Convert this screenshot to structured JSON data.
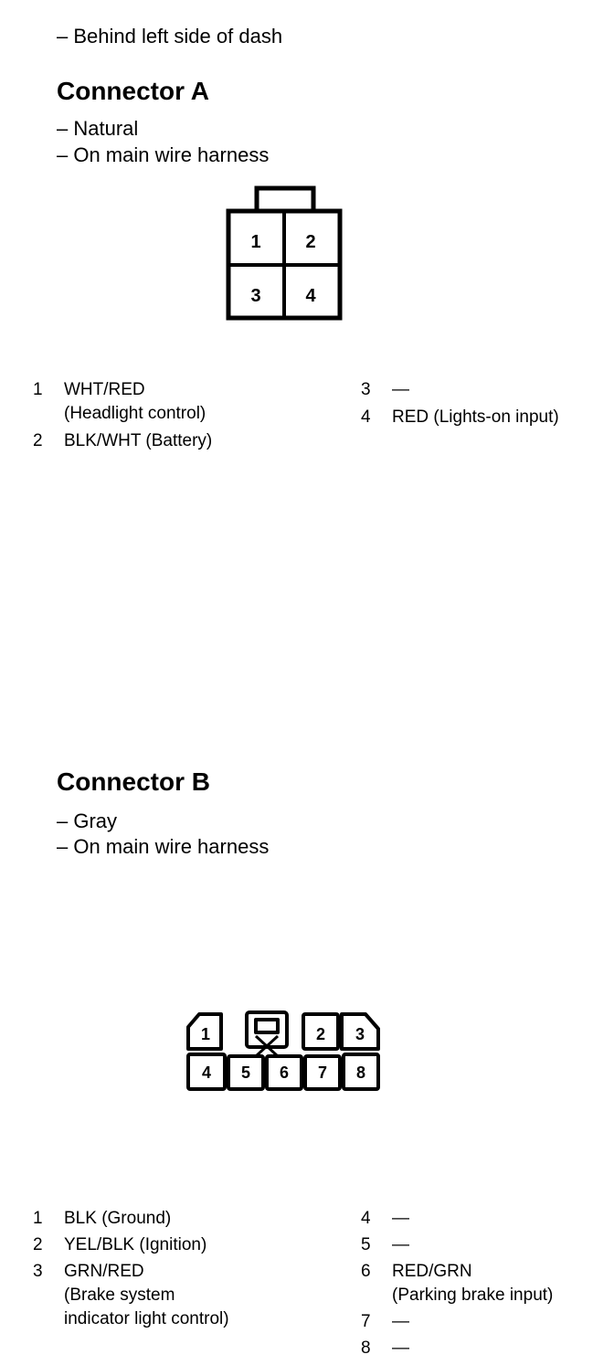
{
  "location": "– Behind left side of dash",
  "connector_a": {
    "title": "Connector A",
    "lines": [
      "– Natural",
      "– On main wire harness"
    ],
    "cells": [
      "1",
      "2",
      "3",
      "4"
    ],
    "pins_left": [
      {
        "num": "1",
        "lines": [
          "WHT/RED",
          "(Headlight control)"
        ]
      },
      {
        "num": "2",
        "lines": [
          "BLK/WHT (Battery)"
        ]
      }
    ],
    "pins_right": [
      {
        "num": "3",
        "lines": [
          "—"
        ]
      },
      {
        "num": "4",
        "lines": [
          "RED (Lights-on input)"
        ]
      }
    ]
  },
  "connector_b": {
    "title": "Connector B",
    "lines": [
      "– Gray",
      "– On main wire harness"
    ],
    "cells": [
      "1",
      "2",
      "3",
      "4",
      "5",
      "6",
      "7",
      "8"
    ],
    "pins_left": [
      {
        "num": "1",
        "lines": [
          "BLK (Ground)"
        ]
      },
      {
        "num": "2",
        "lines": [
          "YEL/BLK (Ignition)"
        ]
      },
      {
        "num": "3",
        "lines": [
          "GRN/RED",
          "(Brake system",
          "indicator light control)"
        ]
      }
    ],
    "pins_right": [
      {
        "num": "4",
        "lines": [
          "—"
        ]
      },
      {
        "num": "5",
        "lines": [
          "—"
        ]
      },
      {
        "num": "6",
        "lines": [
          "RED/GRN",
          "(Parking brake input)"
        ]
      },
      {
        "num": "7",
        "lines": [
          "—"
        ]
      },
      {
        "num": "8",
        "lines": [
          "—"
        ]
      }
    ]
  }
}
